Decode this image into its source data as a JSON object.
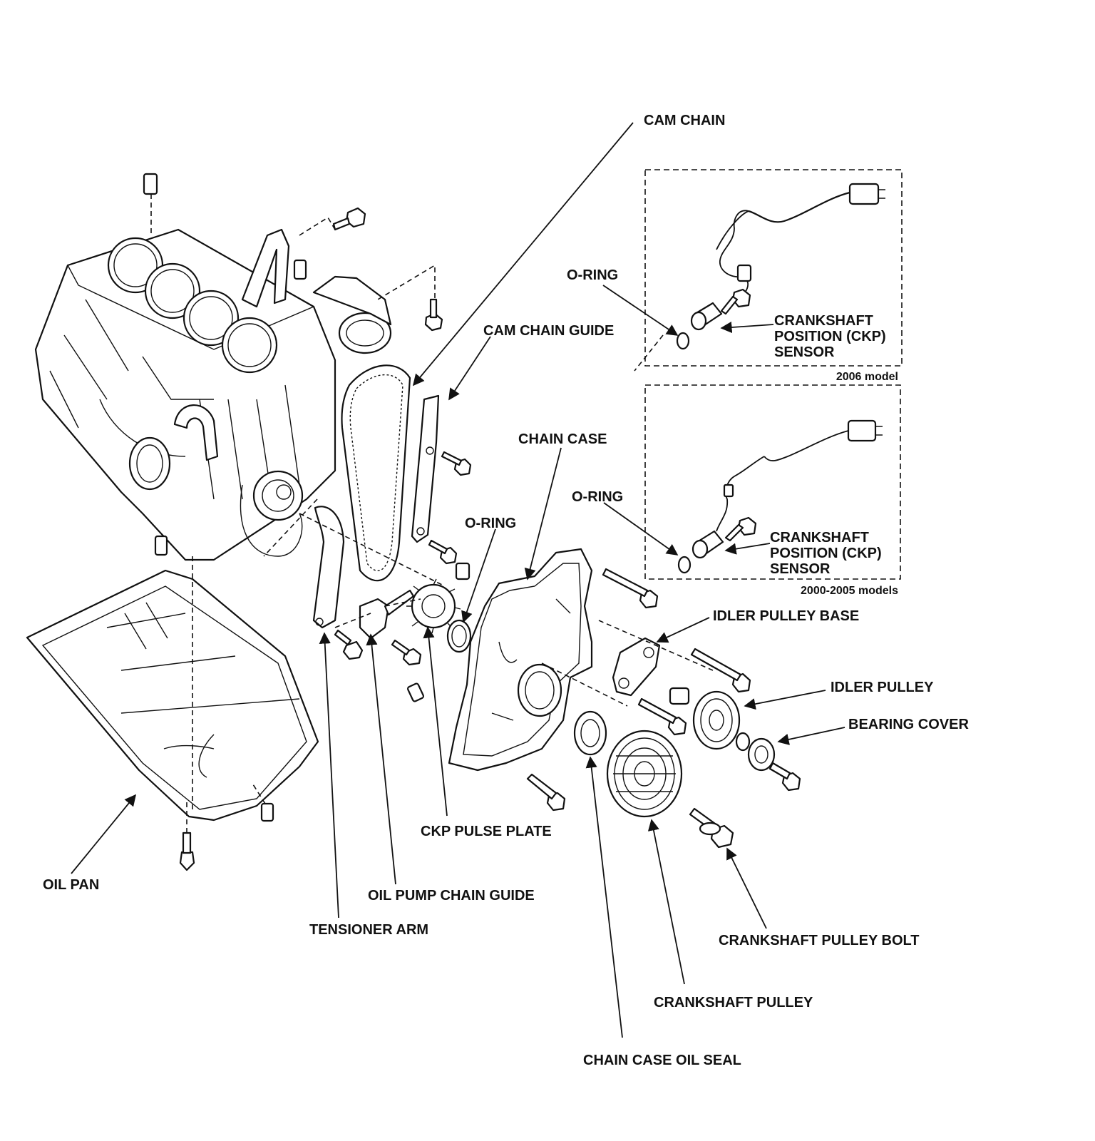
{
  "labels": {
    "cam_chain": "CAM CHAIN",
    "o_ring_top": "O-RING",
    "ckp_2006_line1": "CRANKSHAFT",
    "ckp_2006_line2": "POSITION (CKP)",
    "ckp_2006_line3": "SENSOR",
    "model_2006": "2006 model",
    "cam_chain_guide": "CAM CHAIN GUIDE",
    "chain_case": "CHAIN CASE",
    "o_ring_mid": "O-RING",
    "o_ring_left": "O-RING",
    "ckp_2000_line1": "CRANKSHAFT",
    "ckp_2000_line2": "POSITION (CKP)",
    "ckp_2000_line3": "SENSOR",
    "model_2000": "2000-2005 models",
    "idler_pulley_base": "IDLER PULLEY BASE",
    "idler_pulley": "IDLER PULLEY",
    "bearing_cover": "BEARING COVER",
    "ckp_pulse_plate": "CKP PULSE PLATE",
    "oil_pan": "OIL PAN",
    "oil_pump_chain_guide": "OIL PUMP CHAIN GUIDE",
    "tensioner_arm": "TENSIONER ARM",
    "crankshaft_pulley_bolt": "CRANKSHAFT PULLEY BOLT",
    "crankshaft_pulley": "CRANKSHAFT PULLEY",
    "chain_case_oil_seal": "CHAIN CASE OIL SEAL"
  }
}
